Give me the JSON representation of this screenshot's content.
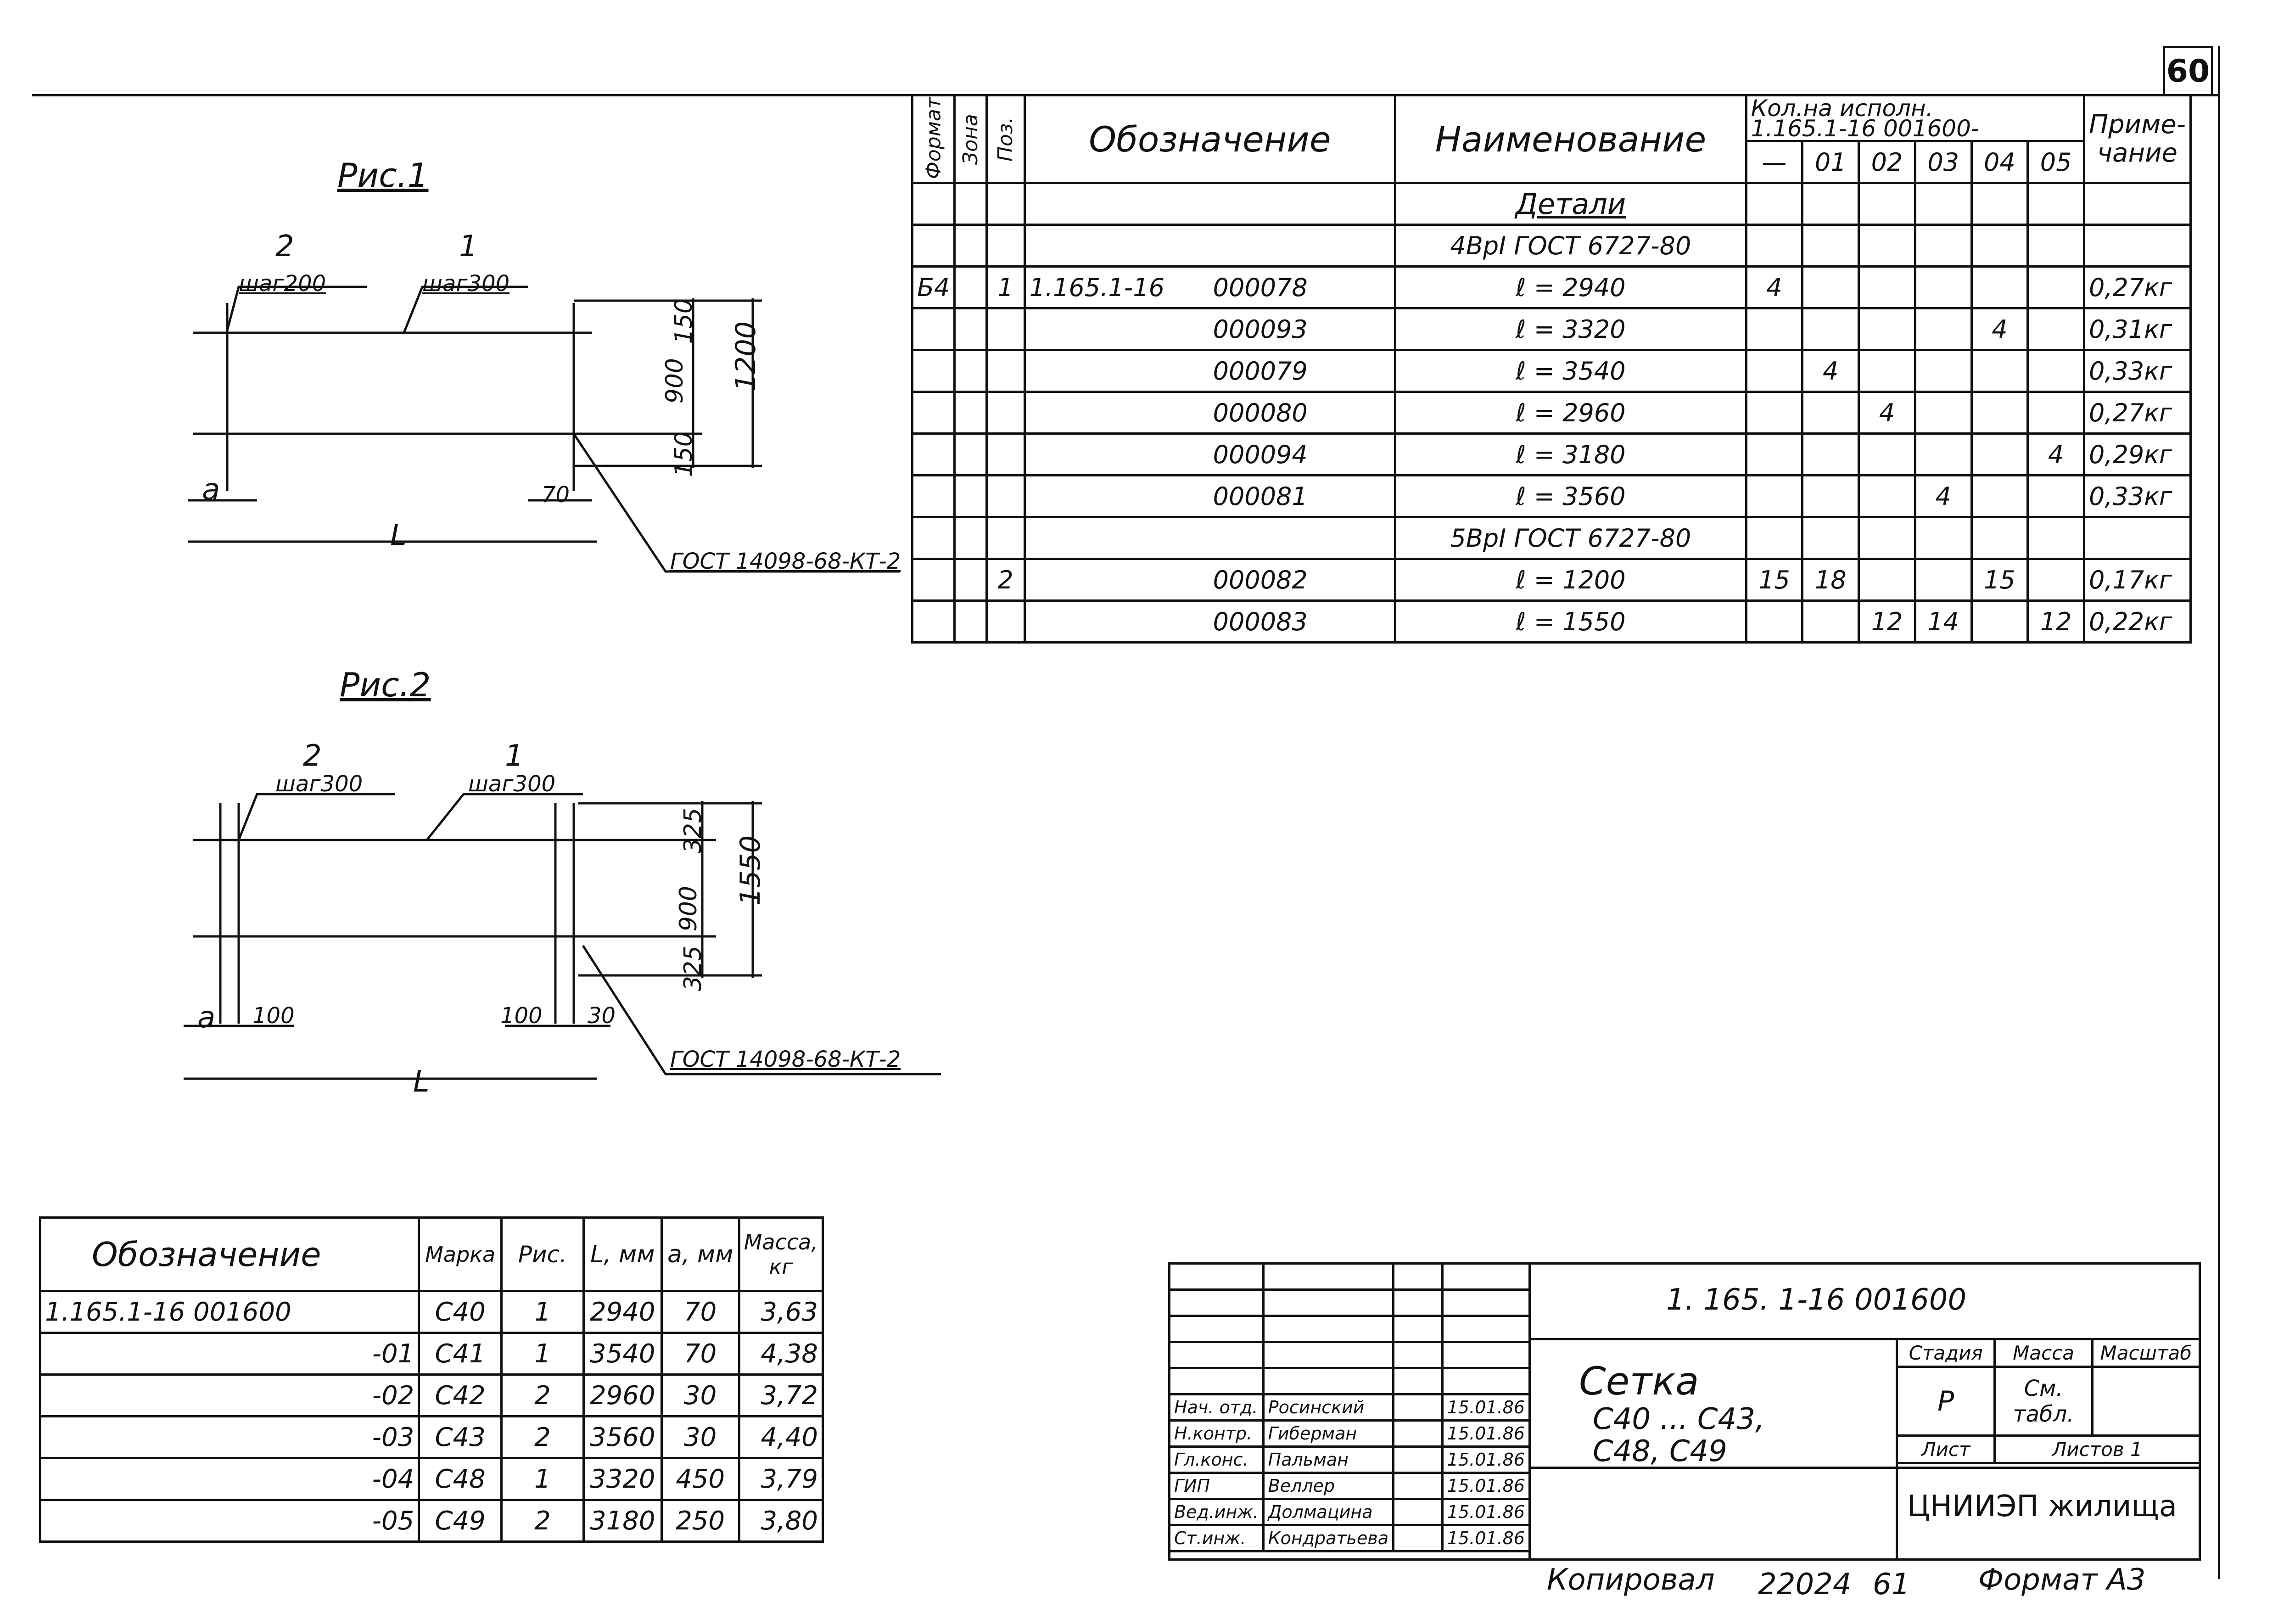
{
  "page_number": "60",
  "fig1": {
    "title": "Рис.1",
    "pos2": "2",
    "step2": "шаг200",
    "pos1": "1",
    "step1": "шаг300",
    "dim_150_top": "150",
    "dim_900": "900",
    "dim_150_bot": "150",
    "dim_1200": "1200",
    "dim_a": "a",
    "dim_70": "70",
    "dim_L": "L",
    "gost": "ГОСТ 14098-68-КТ-2"
  },
  "fig2": {
    "title": "Рис.2",
    "pos2": "2",
    "step2": "шаг300",
    "pos1": "1",
    "step1": "шаг300",
    "dim_325_top": "325",
    "dim_900": "900",
    "dim_325_bot": "325",
    "dim_1550": "1550",
    "dim_a": "a",
    "dim_100_left": "100",
    "dim_100_right": "100",
    "dim_30": "30",
    "dim_L": "L",
    "gost": "ГОСТ 14098-68-КТ-2"
  },
  "spec": {
    "col_format": "Формат",
    "col_zone": "Зона",
    "col_pos": "Поз.",
    "col_designation": "Обозначение",
    "col_name": "Наименование",
    "col_qty_line1": "Кол.на исполн.",
    "col_qty_line2": "1.165.1-16  001600-",
    "qty_cols": [
      "—",
      "01",
      "02",
      "03",
      "04",
      "05"
    ],
    "col_note": "Приме-чание",
    "section": "Детали",
    "group1": "4ВрI ГОСТ 6727-80",
    "group2": "5ВрI ГОСТ 6727-80",
    "rows": [
      {
        "fmt": "Б4",
        "pos": "1",
        "prefix": "1.165.1-16",
        "code": "000078",
        "name": "ℓ = 2940",
        "q": [
          "4",
          "",
          "",
          "",
          "",
          ""
        ],
        "note": "0,27кг"
      },
      {
        "fmt": "",
        "pos": "",
        "prefix": "",
        "code": "000093",
        "name": "ℓ = 3320",
        "q": [
          "",
          "",
          "",
          "",
          "4",
          ""
        ],
        "note": "0,31кг"
      },
      {
        "fmt": "",
        "pos": "",
        "prefix": "",
        "code": "000079",
        "name": "ℓ = 3540",
        "q": [
          "",
          "4",
          "",
          "",
          "",
          ""
        ],
        "note": "0,33кг"
      },
      {
        "fmt": "",
        "pos": "",
        "prefix": "",
        "code": "000080",
        "name": "ℓ = 2960",
        "q": [
          "",
          "",
          "4",
          "",
          "",
          ""
        ],
        "note": "0,27кг"
      },
      {
        "fmt": "",
        "pos": "",
        "prefix": "",
        "code": "000094",
        "name": "ℓ = 3180",
        "q": [
          "",
          "",
          "",
          "",
          "",
          "4"
        ],
        "note": "0,29кг"
      },
      {
        "fmt": "",
        "pos": "",
        "prefix": "",
        "code": "000081",
        "name": "ℓ = 3560",
        "q": [
          "",
          "",
          "",
          "4",
          "",
          ""
        ],
        "note": "0,33кг"
      }
    ],
    "rows2": [
      {
        "fmt": "",
        "pos": "2",
        "prefix": "",
        "code": "000082",
        "name": "ℓ = 1200",
        "q": [
          "15",
          "18",
          "",
          "",
          "15",
          ""
        ],
        "note": "0,17кг"
      },
      {
        "fmt": "",
        "pos": "",
        "prefix": "",
        "code": "000083",
        "name": "ℓ = 1550",
        "q": [
          "",
          "",
          "12",
          "14",
          "",
          "12"
        ],
        "note": "0,22кг"
      }
    ]
  },
  "marks": {
    "headers": {
      "designation": "Обозначение",
      "mark": "Марка",
      "fig": "Рис.",
      "L": "L, мм",
      "a": "a, мм",
      "mass": "Масса, кг"
    },
    "rows": [
      {
        "des": "1.165.1-16  001600",
        "mark": "С40",
        "fig": "1",
        "L": "2940",
        "a": "70",
        "mass": "3,63"
      },
      {
        "des": "-01",
        "mark": "С41",
        "fig": "1",
        "L": "3540",
        "a": "70",
        "mass": "4,38"
      },
      {
        "des": "-02",
        "mark": "С42",
        "fig": "2",
        "L": "2960",
        "a": "30",
        "mass": "3,72"
      },
      {
        "des": "-03",
        "mark": "С43",
        "fig": "2",
        "L": "3560",
        "a": "30",
        "mass": "4,40"
      },
      {
        "des": "-04",
        "mark": "С48",
        "fig": "1",
        "L": "3320",
        "a": "450",
        "mass": "3,79"
      },
      {
        "des": "-05",
        "mark": "С49",
        "fig": "2",
        "L": "3180",
        "a": "250",
        "mass": "3,80"
      }
    ]
  },
  "titleblock": {
    "code": "1. 165. 1-16    001600",
    "title_line1": "Сетка",
    "title_line2": "С40 ... С43,",
    "title_line3": "С48, С49",
    "stage_label": "Стадия",
    "mass_label": "Масса",
    "scale_label": "Масштаб",
    "stage_value": "Р",
    "mass_value": "См. табл.",
    "sheet_label": "Лист",
    "sheets_label": "Листов 1",
    "org": "ЦНИИЭП жилища",
    "signers": [
      {
        "role": "Нач. отд.",
        "name": "Росинский",
        "date": "15.01.86"
      },
      {
        "role": "Н.контр.",
        "name": "Гиберман",
        "date": "15.01.86"
      },
      {
        "role": "Гл.конс.",
        "name": "Пальман",
        "date": "15.01.86"
      },
      {
        "role": "ГИП",
        "name": "Веллер",
        "date": "15.01.86"
      },
      {
        "role": "Вед.инж.",
        "name": "Долмацина",
        "date": "15.01.86"
      },
      {
        "role": "Ст.инж.",
        "name": "Кондратьева",
        "date": "15.01.86"
      }
    ]
  },
  "footer": {
    "copied": "Копировал",
    "num": "22024",
    "sheet": "61",
    "format": "Формат А3"
  }
}
